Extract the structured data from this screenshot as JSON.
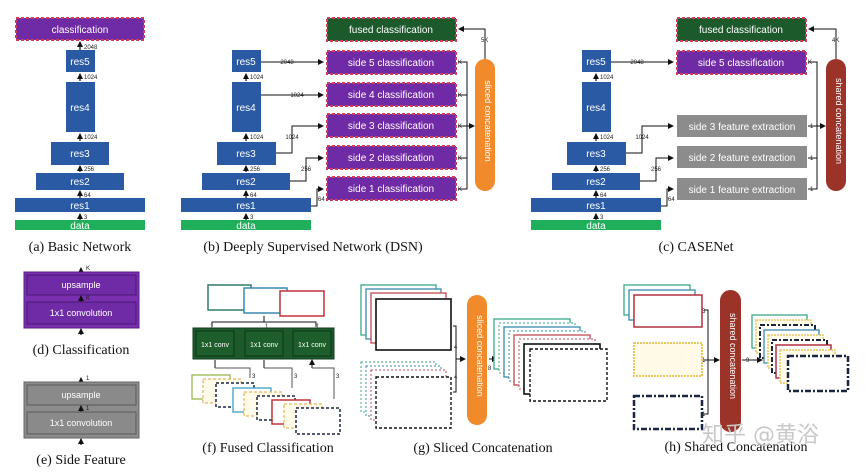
{
  "colors": {
    "res_blue": "#2b5aa5",
    "data_green": "#1fae5a",
    "classification_purple": "#6f2aa6",
    "classification_border": "#d23b5a",
    "fused_dark_green": "#1d5a2b",
    "side_feature_gray": "#8c8c8c",
    "sliced_orange": "#f08a2a",
    "shared_red": "#9b3328"
  },
  "panel_a": {
    "caption": "(a)  Basic Network",
    "classification": "classification",
    "layers": [
      "res5",
      "res4",
      "res3",
      "res2",
      "res1"
    ],
    "data": "data",
    "dims": [
      "2048",
      "1024",
      "1024",
      "256",
      "64",
      "3"
    ]
  },
  "panel_b": {
    "caption": "(b)  Deeply Supervised Network (DSN)",
    "fused": "fused classification",
    "sides": [
      "side 5 classification",
      "side 4 classification",
      "side 3 classification",
      "side 2 classification",
      "side 1 classification"
    ],
    "side_dims": [
      "2048",
      "1024",
      "1024",
      "256",
      "64"
    ],
    "k_labels": [
      "K",
      "K",
      "K",
      "K",
      "K"
    ],
    "concat": "sliced concatenation",
    "concat_out": "5K",
    "layers": [
      "res5",
      "res4",
      "res3",
      "res2",
      "res1"
    ],
    "data": "data",
    "dims": [
      "1024",
      "1024",
      "256",
      "64",
      "3"
    ]
  },
  "panel_c": {
    "caption": "(c)  CASENet",
    "fused": "fused classification",
    "side5": "side 5 classification",
    "sides": [
      "side 3 feature extraction",
      "side 2 feature extraction",
      "side 1 feature extraction"
    ],
    "side_dims": [
      "2048",
      "1024",
      "256",
      "64"
    ],
    "k_label": "K",
    "one_labels": [
      "1",
      "1",
      "1"
    ],
    "concat": "shared concatenation",
    "concat_out": "4K",
    "layers": [
      "res5",
      "res4",
      "res3",
      "res2",
      "res1"
    ],
    "data": "data",
    "dims": [
      "1024",
      "1024",
      "256",
      "64",
      "3"
    ]
  },
  "panel_d": {
    "caption": "(d)  Classification",
    "upsample": "upsample",
    "conv": "1x1 convolution",
    "out_dim": "K",
    "mid_dim": "K"
  },
  "panel_e": {
    "caption": "(e)  Side Feature",
    "upsample": "upsample",
    "conv": "1x1 convolution",
    "out_dim": "1",
    "mid_dim": "1"
  },
  "panel_f": {
    "caption": "(f)  Fused Classification",
    "convs": [
      "1x1 conv",
      "1x1 conv",
      "1x1 conv"
    ],
    "in_dims": [
      "3",
      "3",
      "3"
    ],
    "out_dims": [
      "1",
      "1",
      "1"
    ]
  },
  "panel_g": {
    "caption": "(g)  Sliced Concatenation",
    "concat": "sliced concatenation",
    "in_dims": [
      "4",
      "4"
    ],
    "out_dim": "8"
  },
  "panel_h": {
    "caption": "(h)  Shared Concatenation",
    "concat": "shared concatenation",
    "in_dims": [
      "3",
      "1",
      "1"
    ],
    "out_dim": "9"
  },
  "watermark": "知乎 @黄浴"
}
